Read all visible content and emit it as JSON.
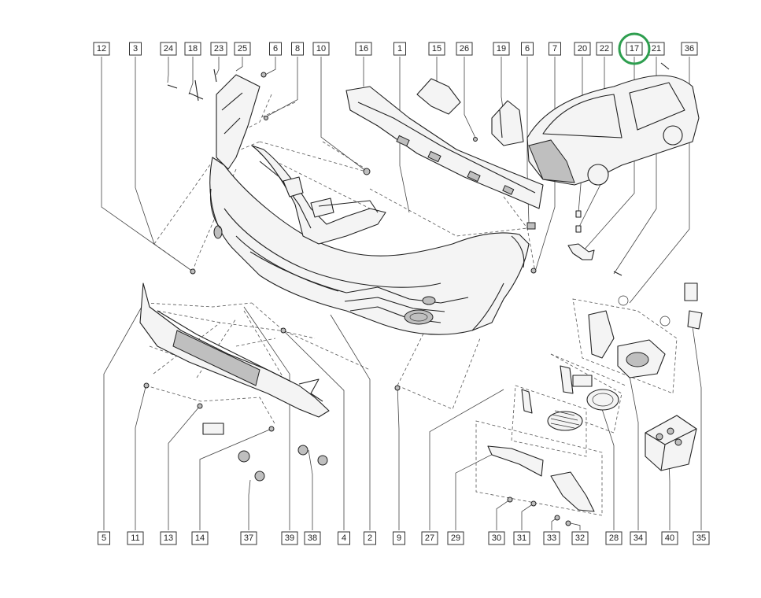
{
  "highlight_color": "#2e9e4f",
  "highlighted_callout": "17",
  "top_callouts": [
    "12",
    "3",
    "24",
    "18",
    "23",
    "25",
    "6",
    "8",
    "10",
    "16",
    "1",
    "15",
    "26",
    "19",
    "6",
    "7",
    "20",
    "22",
    "17",
    "21",
    "36"
  ],
  "bottom_callouts": [
    "5",
    "11",
    "13",
    "14",
    "37",
    "39",
    "38",
    "4",
    "2",
    "9",
    "27",
    "29",
    "30",
    "31",
    "33",
    "32",
    "28",
    "34",
    "40",
    "35"
  ]
}
